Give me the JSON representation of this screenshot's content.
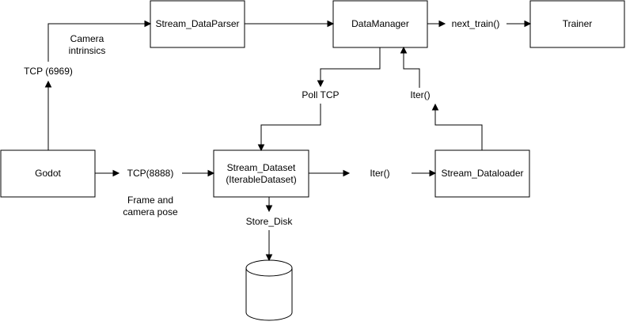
{
  "nodes": {
    "stream_dataparser": "Stream_DataParser",
    "datamanager": "DataManager",
    "trainer": "Trainer",
    "godot": "Godot",
    "stream_dataset_line1": "Stream_Dataset",
    "stream_dataset_line2": "(IterableDataset)",
    "stream_dataloader": "Stream_Dataloader"
  },
  "edge_labels": {
    "next_train": "next_train()",
    "camera_intrinsics_line1": "Camera",
    "camera_intrinsics_line2": "intrinsics",
    "tcp_6969": "TCP (6969)",
    "poll_tcp": "Poll TCP",
    "iter_up": "Iter()",
    "tcp_8888": "TCP(8888)",
    "frame_pose_line1": "Frame and",
    "frame_pose_line2": "camera pose",
    "iter_mid": "Iter()",
    "store_disk": "Store_Disk"
  }
}
